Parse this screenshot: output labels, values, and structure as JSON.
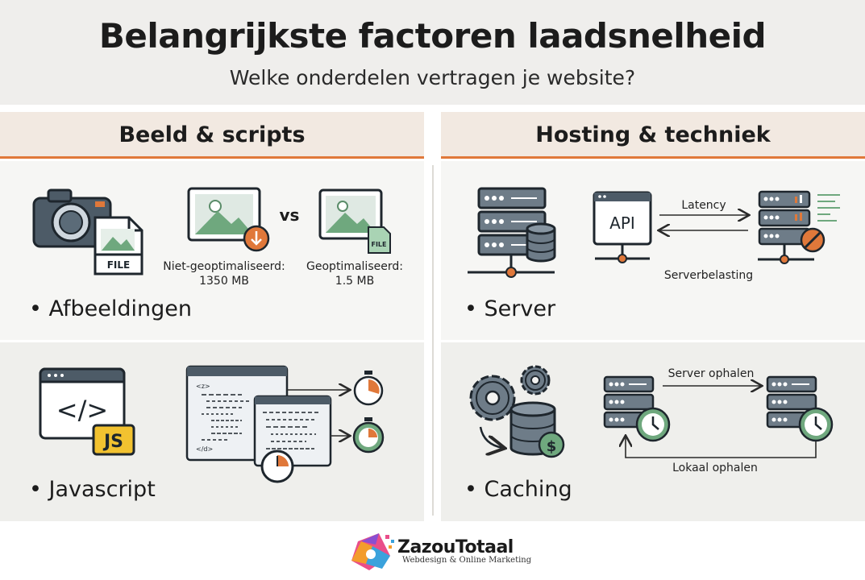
{
  "header": {
    "title": "Belangrijkste factoren laadsnelheid",
    "subtitle": "Welke onderdelen vertragen je website?"
  },
  "columns": {
    "left_title": "Beeld & scripts",
    "right_title": "Hosting & techniek"
  },
  "afbeeldingen": {
    "label": "• Afbeeldingen",
    "file_tag": "FILE",
    "vs": "vs",
    "unoptimized_label": "Niet-geoptimaliseerd:",
    "unoptimized_size": "1350 MB",
    "optimized_label": "Geoptimaliseerd:",
    "optimized_size": "1.5 MB"
  },
  "javascript": {
    "label": "• Javascript",
    "js_badge": "JS",
    "code_tag_open": "</>",
    "code_line_1": "<z>",
    "code_line_2": "</d>"
  },
  "server": {
    "label": "• Server",
    "api_label": "API",
    "latency_label": "Latency",
    "load_label": "Serverbelasting"
  },
  "caching": {
    "label": "• Caching",
    "fetch_server_label": "Server ophalen",
    "fetch_local_label": "Lokaal ophalen",
    "dollar": "$"
  },
  "footer": {
    "brand": "ZazouTotaal",
    "tagline": "Webdesign & Online Marketing"
  },
  "colors": {
    "accent": "#e0783a",
    "green": "#6fa87e",
    "dark": "#2f3a44",
    "slate": "#6e7c88",
    "yellow": "#f2c230"
  }
}
